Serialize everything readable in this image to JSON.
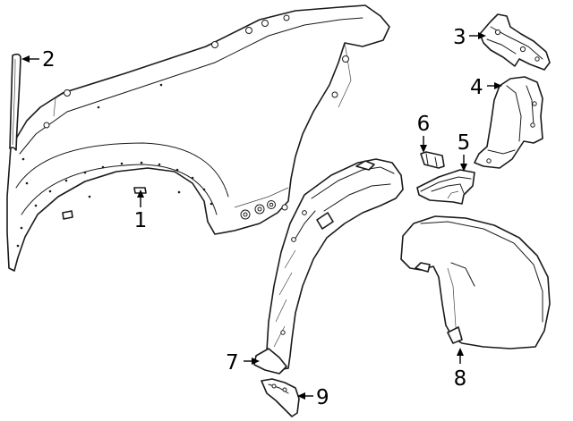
{
  "diagram": {
    "callouts": [
      {
        "number": "1"
      },
      {
        "number": "2"
      },
      {
        "number": "3"
      },
      {
        "number": "4"
      },
      {
        "number": "5"
      },
      {
        "number": "6"
      },
      {
        "number": "7"
      },
      {
        "number": "8"
      },
      {
        "number": "9"
      }
    ]
  },
  "colors": {
    "line": "#1a1a1a",
    "background": "#ffffff"
  }
}
